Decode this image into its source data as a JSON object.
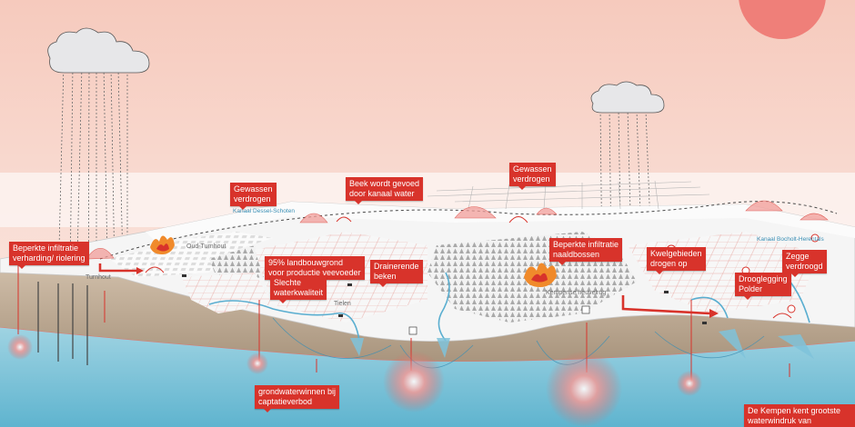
{
  "callouts": {
    "infiltratie_verharding": "Beperkte infiltratie\nverharding/ riolering",
    "gewassen_links": "Gewassen\nverdrogen",
    "beek_kanaal": "Beek wordt gevoed\ndoor kanaal water",
    "gewassen_rechts": "Gewassen\nverdrogen",
    "landbouwgrond": "95% landbouwgrond\nvoor productie veevoeder",
    "waterkwaliteit": "Slechte\nwaterkwaliteit",
    "drainerende_beken": "Drainerende\nbeken",
    "infiltratie_naaldbossen": "Beperkte infiltratie\nnaaldbossen",
    "kwelgebieden": "Kwelgebieden\ndrogen op",
    "zegge": "Zegge\nverdroogd",
    "drooglegging": "Drooglegging\nPolder",
    "grondwaterwinnen": "grondwaterwinnen bij\ncaptatieverbod",
    "kempen": "De Kempen kent grootste\nwaterwindruk van Vlaanderen"
  },
  "places": {
    "oud_turnhout": "Oud-Turnhout",
    "turnhout": "Turnhout",
    "tielen": "Tielen",
    "kempense_heuvelrug": "Kempense heuvelrug"
  },
  "canals": {
    "kanaal_dessel_schoten": "Kanaal Dessel-Schoten",
    "kanaal_bocholt": "Kanaal Bocholt-Herentals"
  },
  "colors": {
    "sky_top": "#f7cfc4",
    "sky_bottom": "#fbe9e3",
    "sun": "#ef7f79",
    "alert_red": "#d8332b",
    "soil": "#b9a691",
    "groundwater": "#7ec7dc",
    "cloud": "#e7e7e9"
  },
  "icons": [
    "cloud-icon",
    "sun-icon",
    "fire-icon",
    "cow-icon",
    "well-icon",
    "pump-icon"
  ]
}
